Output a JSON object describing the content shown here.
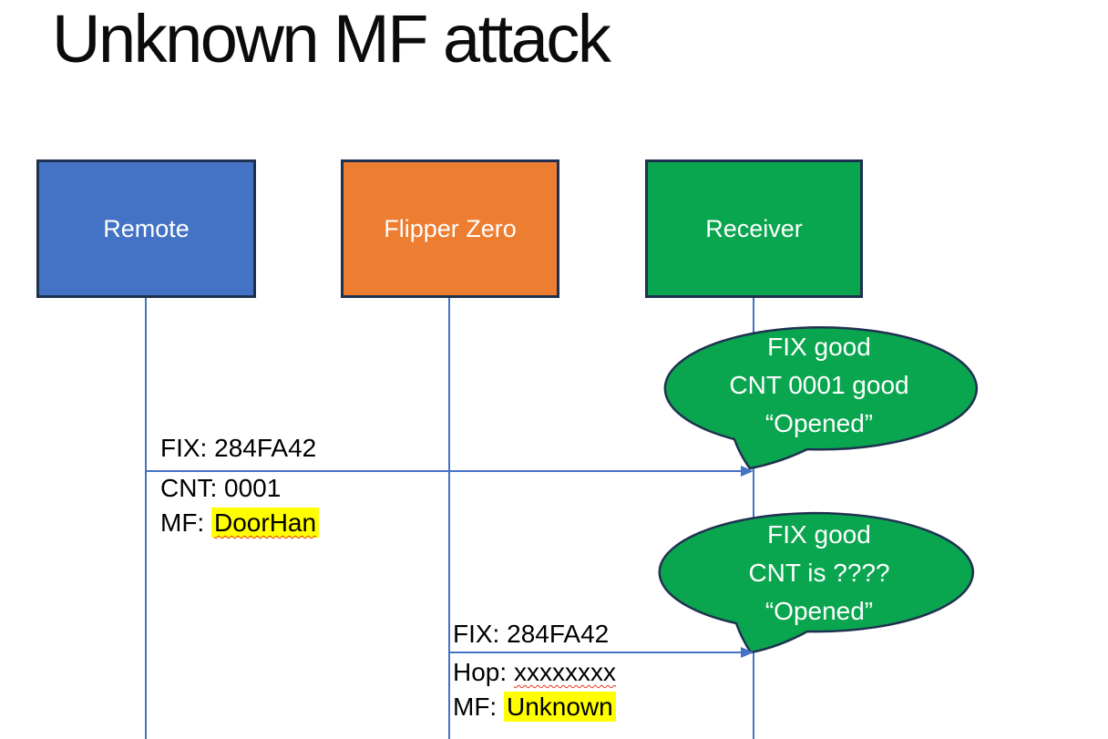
{
  "slide": {
    "title": "Unknown MF attack"
  },
  "colors": {
    "actor_blue": "#4472c4",
    "actor_orange": "#ed7d31",
    "actor_green": "#0aa64f",
    "outline_navy": "#1f3150",
    "line_blue": "#4472c4",
    "highlight_yellow": "#ffff00",
    "squiggle_red": "#e5341c"
  },
  "actors": [
    {
      "label": "Remote"
    },
    {
      "label": "Flipper Zero"
    },
    {
      "label": "Receiver"
    }
  ],
  "messages": [
    {
      "from": "Remote",
      "to": "Receiver",
      "line_above": "FIX: 284FA42",
      "line_below_1": "CNT: 0001",
      "line_below_2_prefix": "MF: ",
      "line_below_2_value": "DoorHan"
    },
    {
      "from": "Flipper Zero",
      "to": "Receiver",
      "line_above": "FIX: 284FA42",
      "line_below_1_prefix": "Hop: ",
      "line_below_1_value": "xxxxxxxx",
      "line_below_2_prefix": "MF: ",
      "line_below_2_value": "Unknown"
    }
  ],
  "callouts": [
    {
      "lines": [
        "FIX good",
        "CNT 0001 good",
        "“Opened”"
      ]
    },
    {
      "lines": [
        "FIX good",
        "CNT is ????",
        "“Opened”"
      ]
    }
  ]
}
